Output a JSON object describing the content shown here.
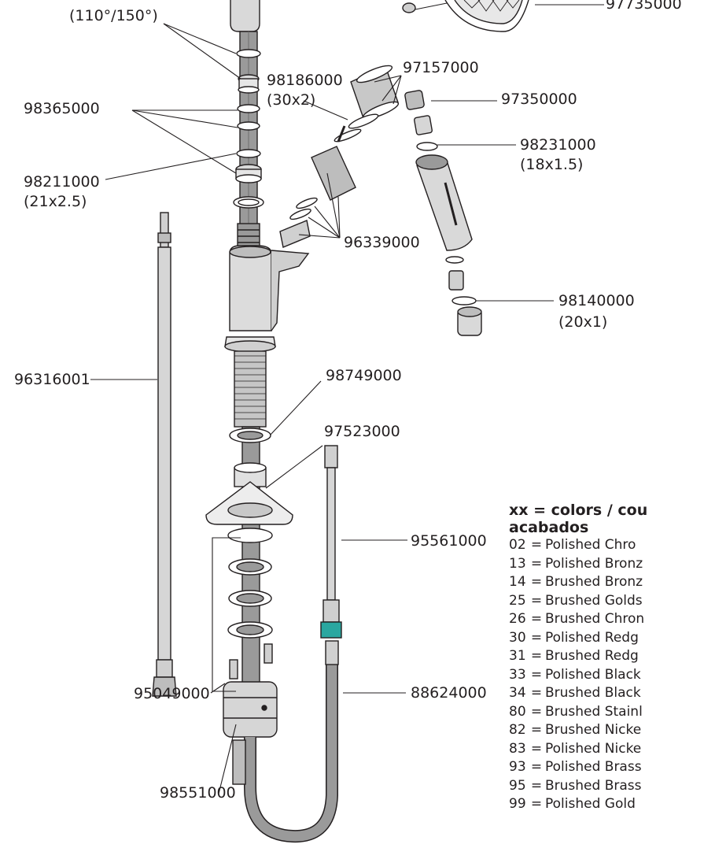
{
  "labels": {
    "angle": "(110°/150°)",
    "p97735000": "97735000",
    "p97157000": "97157000",
    "p98186000": "98186000",
    "p98186000_size": "(30x2)",
    "p97350000": "97350000",
    "p98365000": "98365000",
    "p98231000": "98231000",
    "p98231000_size": "(18x1.5)",
    "p98211000": "98211000",
    "p98211000_size": "(21x2.5)",
    "p96339000": "96339000",
    "p98140000": "98140000",
    "p98140000_size": "(20x1)",
    "p96316001": "96316001",
    "p98749000": "98749000",
    "p97523000": "97523000",
    "p95561000": "95561000",
    "p95049000": "95049000",
    "p88624000": "88624000",
    "p98551000": "98551000"
  },
  "legend": {
    "title_line1": "xx =  colors / cou",
    "title_line2": "acabados",
    "items": [
      {
        "code": "02",
        "name": "Polished Chro"
      },
      {
        "code": "13",
        "name": "Polished Bronz"
      },
      {
        "code": "14",
        "name": "Brushed Bronz"
      },
      {
        "code": "25",
        "name": "Brushed Golds"
      },
      {
        "code": "26",
        "name": "Brushed Chron"
      },
      {
        "code": "30",
        "name": "Polished Redg"
      },
      {
        "code": "31",
        "name": "Brushed Redg"
      },
      {
        "code": "33",
        "name": "Polished Black"
      },
      {
        "code": "34",
        "name": "Brushed Black"
      },
      {
        "code": "80",
        "name": "Brushed Stainl"
      },
      {
        "code": "82",
        "name": "Brushed Nicke"
      },
      {
        "code": "83",
        "name": "Polished Nicke"
      },
      {
        "code": "93",
        "name": "Polished Brass"
      },
      {
        "code": "95",
        "name": "Brushed Brass"
      },
      {
        "code": "99",
        "name": "Polished Gold"
      }
    ]
  },
  "colors": {
    "line": "#231f20",
    "part_fill": "#d9d9d9",
    "part_dark": "#9a9a9a",
    "accent": "#2aa7a0"
  }
}
